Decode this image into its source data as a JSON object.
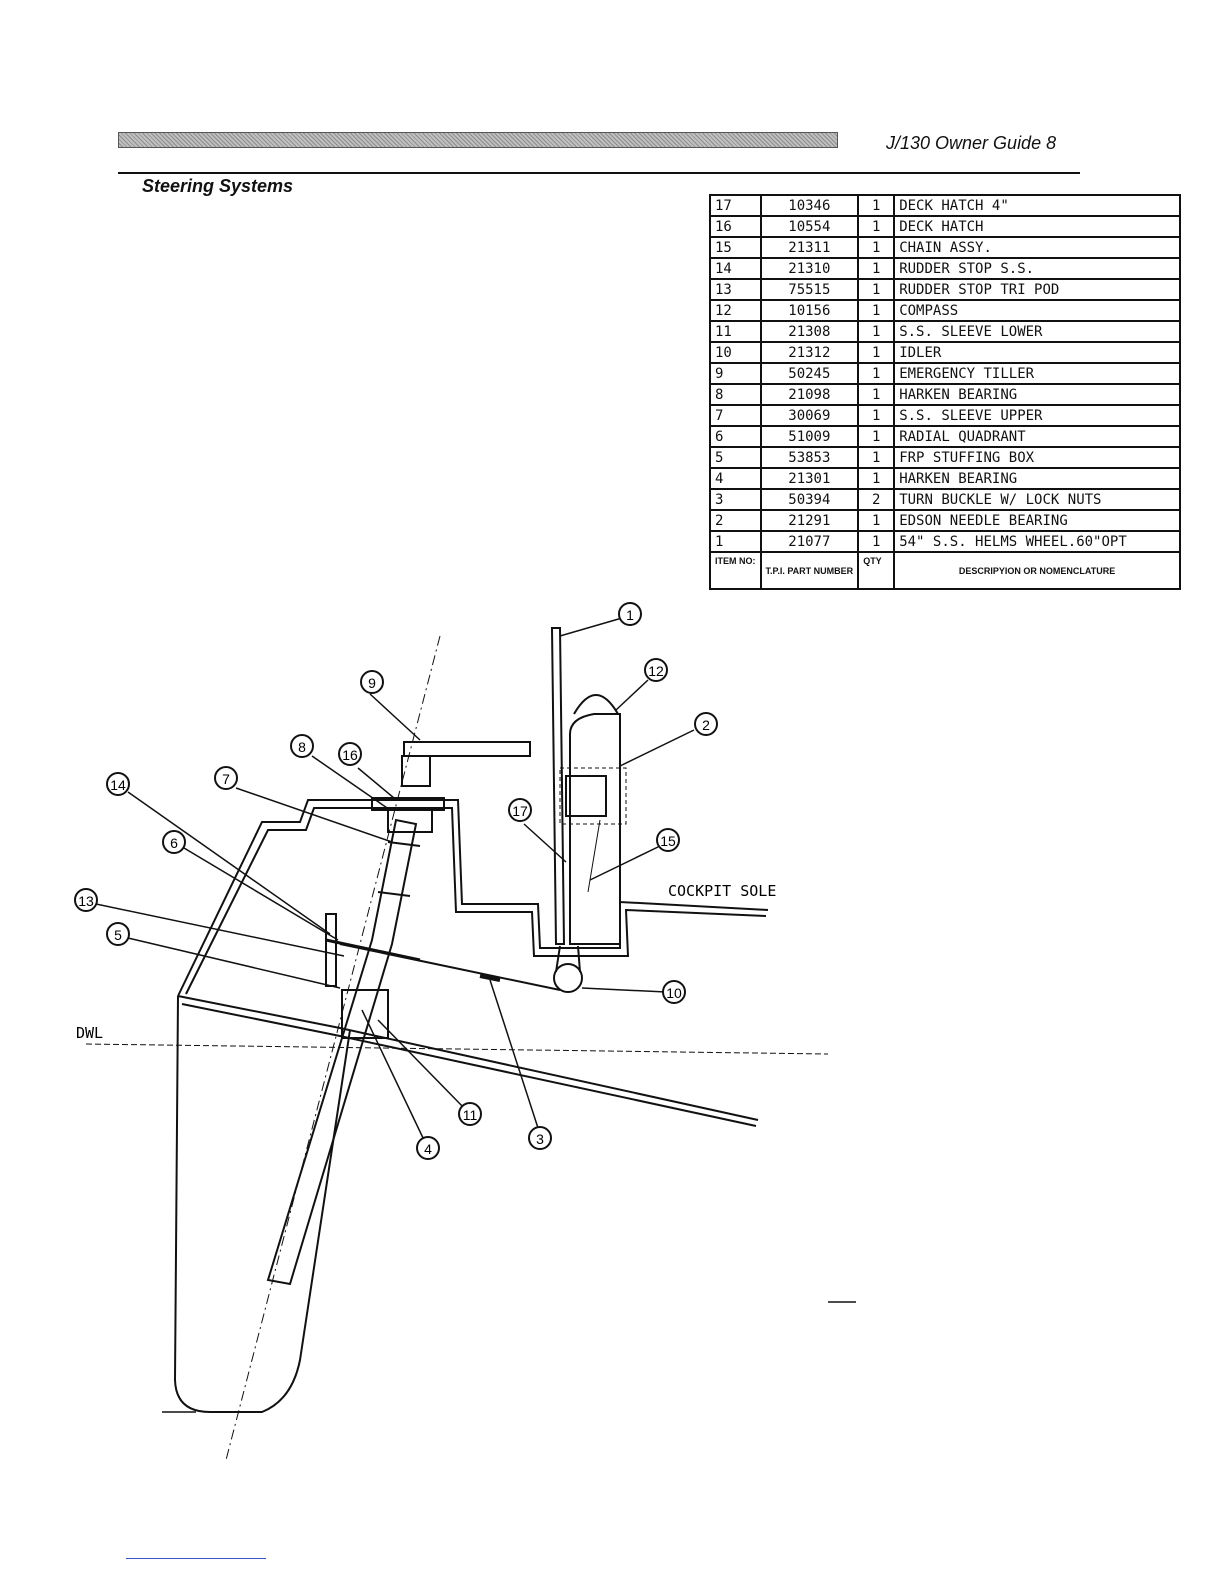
{
  "header": {
    "doc_title": "J/130 Owner Guide  8"
  },
  "section_title": "Steering Systems",
  "parts_table": {
    "columns": [
      "ITEM NO:",
      "T.P.I. PART NUMBER",
      "QTY",
      "DESCRIPYION OR NOMENCLATURE"
    ],
    "rows": [
      {
        "item": "17",
        "part": "10346",
        "qty": "1",
        "desc": "DECK HATCH 4\""
      },
      {
        "item": "16",
        "part": "10554",
        "qty": "1",
        "desc": "DECK HATCH"
      },
      {
        "item": "15",
        "part": "21311",
        "qty": "1",
        "desc": "CHAIN ASSY."
      },
      {
        "item": "14",
        "part": "21310",
        "qty": "1",
        "desc": "RUDDER STOP S.S."
      },
      {
        "item": "13",
        "part": "75515",
        "qty": "1",
        "desc": "RUDDER STOP TRI POD"
      },
      {
        "item": "12",
        "part": "10156",
        "qty": "1",
        "desc": "COMPASS"
      },
      {
        "item": "11",
        "part": "21308",
        "qty": "1",
        "desc": "S.S. SLEEVE LOWER"
      },
      {
        "item": "10",
        "part": "21312",
        "qty": "1",
        "desc": "IDLER"
      },
      {
        "item": "9",
        "part": "50245",
        "qty": "1",
        "desc": "EMERGENCY TILLER"
      },
      {
        "item": "8",
        "part": "21098",
        "qty": "1",
        "desc": "HARKEN BEARING"
      },
      {
        "item": "7",
        "part": "30069",
        "qty": "1",
        "desc": "S.S. SLEEVE UPPER"
      },
      {
        "item": "6",
        "part": "51009",
        "qty": "1",
        "desc": "RADIAL QUADRANT"
      },
      {
        "item": "5",
        "part": "53853",
        "qty": "1",
        "desc": "FRP STUFFING BOX"
      },
      {
        "item": "4",
        "part": "21301",
        "qty": "1",
        "desc": "HARKEN BEARING"
      },
      {
        "item": "3",
        "part": "50394",
        "qty": "2",
        "desc": "TURN BUCKLE W/ LOCK NUTS"
      },
      {
        "item": "2",
        "part": "21291",
        "qty": "1",
        "desc": "EDSON NEEDLE BEARING"
      },
      {
        "item": "1",
        "part": "21077",
        "qty": "1",
        "desc": "54\" S.S. HELMS WHEEL.60\"OPT"
      }
    ]
  },
  "drawing": {
    "label_cockpit_sole": "COCKPIT SOLE",
    "label_dwl": "DWL",
    "callouts": [
      "1",
      "2",
      "3",
      "4",
      "5",
      "6",
      "7",
      "8",
      "9",
      "10",
      "11",
      "12",
      "13",
      "14",
      "15",
      "16",
      "17"
    ]
  }
}
